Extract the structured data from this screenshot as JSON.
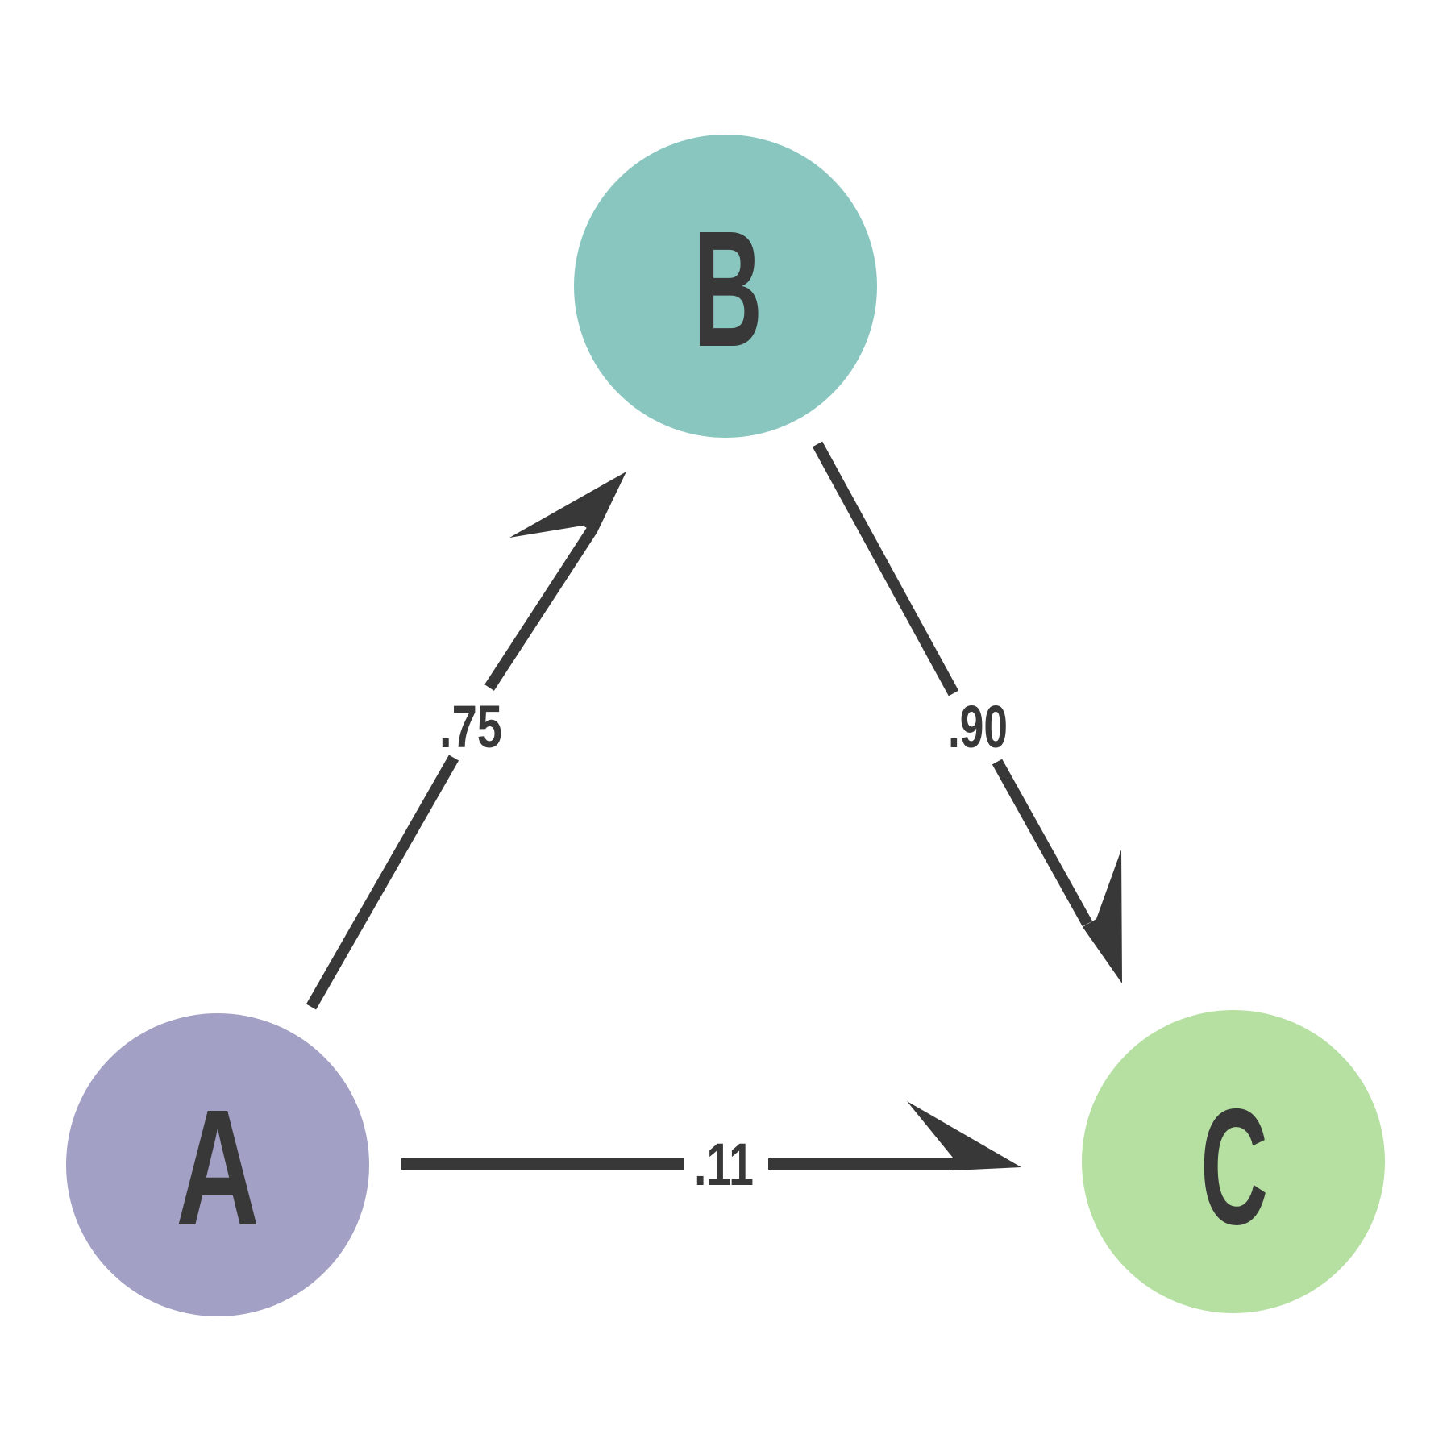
{
  "diagram": {
    "type": "directed-graph",
    "ink": "#383838",
    "background": "#ffffff",
    "nodes": [
      {
        "id": "A",
        "label": "A",
        "color": "#a2a0c4"
      },
      {
        "id": "B",
        "label": "B",
        "color": "#89c6c0"
      },
      {
        "id": "C",
        "label": "C",
        "color": "#b5e0a1"
      }
    ],
    "edges": [
      {
        "from": "A",
        "to": "B",
        "weight": ".75",
        "directed": true
      },
      {
        "from": "B",
        "to": "C",
        "weight": ".90",
        "directed": true
      },
      {
        "from": "A",
        "to": "C",
        "weight": ".11",
        "directed": true
      }
    ]
  }
}
